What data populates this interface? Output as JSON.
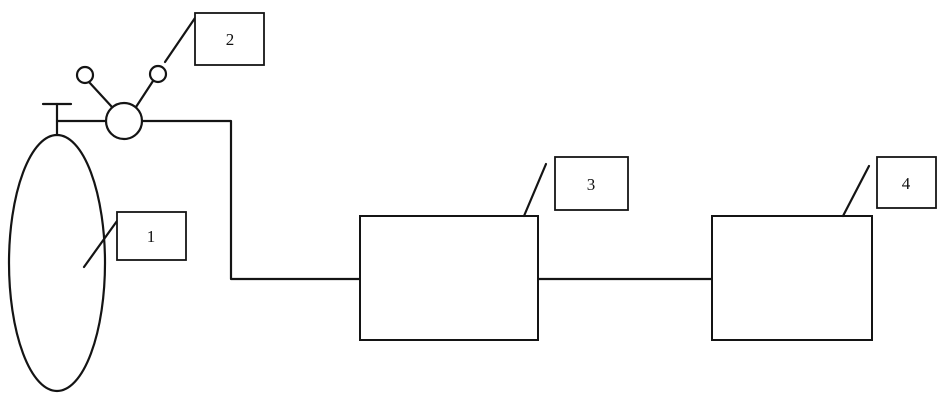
{
  "labels": {
    "cylinder": "1",
    "regulator": "2",
    "device_a": "3",
    "device_b": "4"
  },
  "colors": {
    "line": "#141414",
    "background": "#ffffff"
  }
}
